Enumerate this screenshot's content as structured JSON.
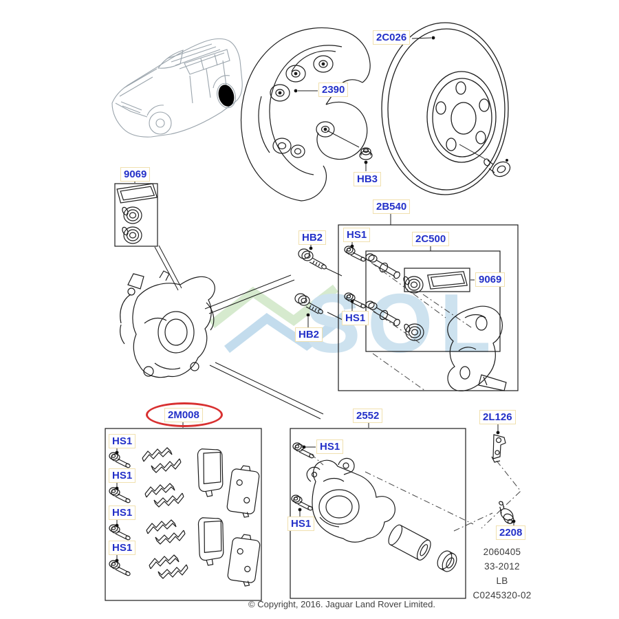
{
  "watermark": {
    "text": "SOL"
  },
  "colors": {
    "label_text": "#2330c8",
    "label_border": "#f0e0ae",
    "highlight_red": "#d83030",
    "watermark_blue": "#c5dded",
    "watermark_green": "#cfe7c6",
    "line_art": "#1c1c1c",
    "vehicle_art": "#9aa4ac"
  },
  "parts": {
    "disc": "2C026",
    "splash_shield": "2390",
    "hub_nut": "HB3",
    "carrier_kit": "2B540",
    "guide_pin_kit": "2C500",
    "boot_kit": "9069",
    "guide_bolt": "HB2",
    "screw": "HS1",
    "pad_kit": "2M008",
    "caliper": "2552",
    "bracket": "2L126",
    "bleed_screw": "2208"
  },
  "plate": {
    "fig_no": "2060405",
    "section": "33-2012",
    "code": "LB",
    "drawing_no": "C0245320-02"
  },
  "footer": {
    "copyright": "© Copyright, 2016. Jaguar Land Rover Limited."
  }
}
